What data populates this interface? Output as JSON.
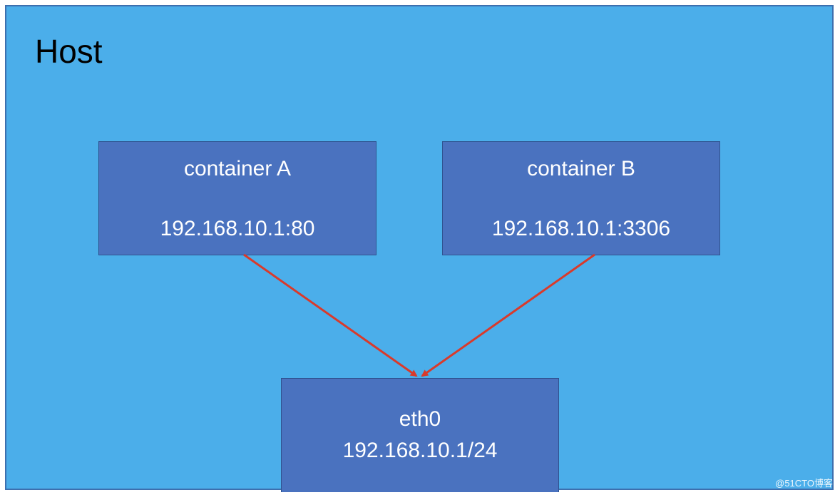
{
  "host": {
    "title": "Host"
  },
  "nodes": {
    "container_a": {
      "name": "container A",
      "address": "192.168.10.1:80"
    },
    "container_b": {
      "name": "container B",
      "address": "192.168.10.1:3306"
    },
    "eth0": {
      "name": "eth0",
      "address": "192.168.10.1/24"
    }
  },
  "edges": [
    {
      "from": "container A",
      "to": "eth0"
    },
    {
      "from": "container B",
      "to": "eth0"
    }
  ],
  "colors": {
    "host_fill": "#4baeea",
    "node_fill": "#4a72bf",
    "arrow": "#d93a2b"
  },
  "watermark": "@51CTO博客"
}
